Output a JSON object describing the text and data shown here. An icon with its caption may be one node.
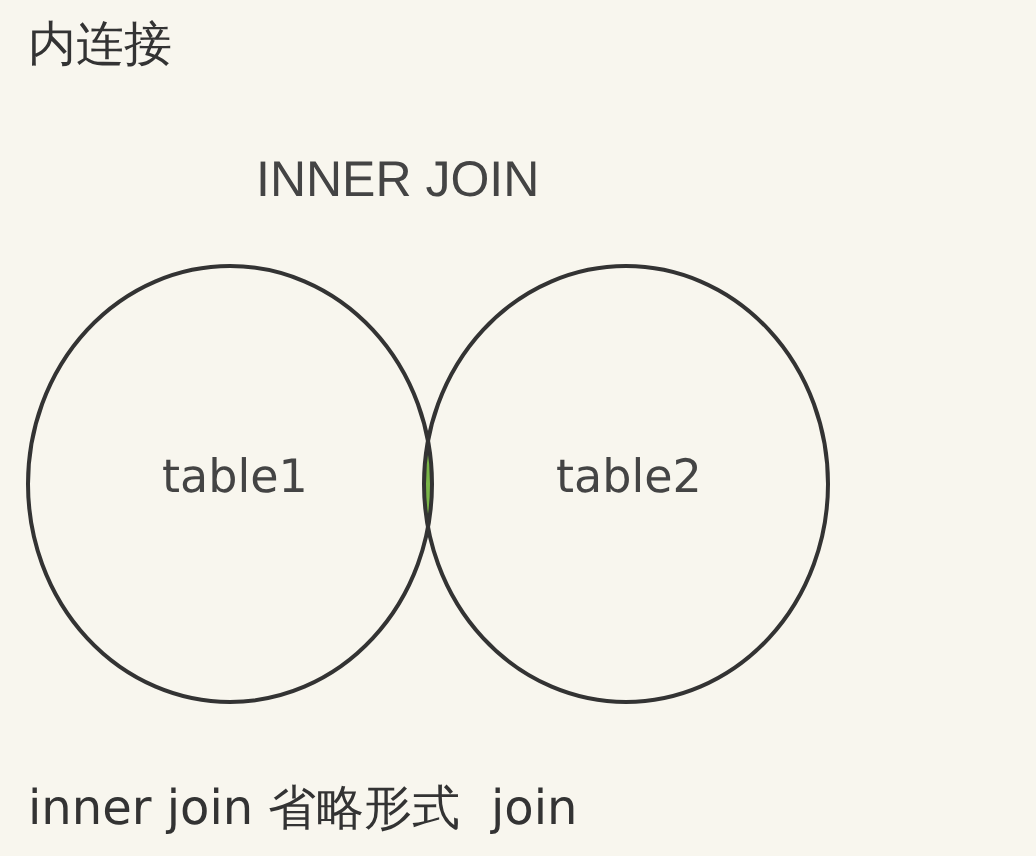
{
  "diagram": {
    "title": "内连接",
    "nodes": [
      {
        "text": [
          "table1"
        ]
      },
      {
        "text": [
          "table2"
        ]
      }
    ],
    "labels": [
      "INNER JOIN"
    ],
    "caption": "inner join 省略形式  join"
  }
}
